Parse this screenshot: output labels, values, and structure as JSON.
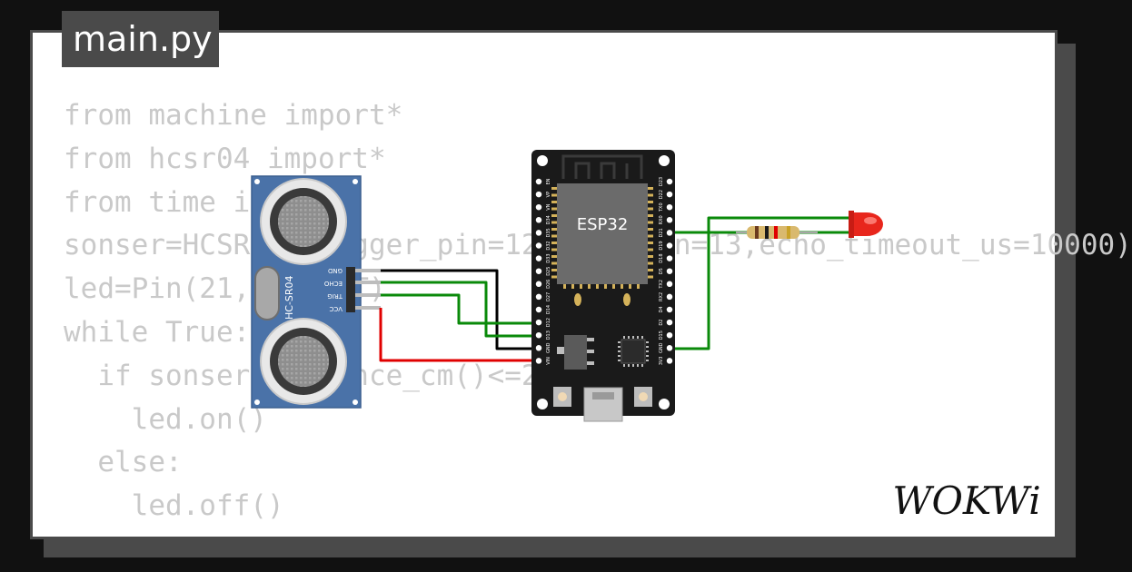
{
  "editor": {
    "filename": "main.py",
    "code_lines": [
      "from machine import*",
      "from hcsr04 import*",
      "from time import*",
      "sonser=HCSR04(trigger_pin=12,echo_pin=13,echo_timeout_us=10000)",
      "led=Pin(21,Pin.OUT)",
      "while True:",
      "  if sonser.distance_cm()<=200:",
      "    led.on()",
      "  else:",
      "    led.off()"
    ]
  },
  "sensor": {
    "model": "HC-SR04",
    "pins": [
      "GND",
      "ECHO",
      "TRIG",
      "VCC"
    ]
  },
  "board": {
    "chip_label": "ESP32",
    "left_pins": [
      "EN",
      "VP",
      "VN",
      "D34",
      "D35",
      "D32",
      "D33",
      "D25",
      "D26",
      "D27",
      "D14",
      "D12",
      "D13",
      "GND",
      "VIN"
    ],
    "right_pins": [
      "D23",
      "D22",
      "TX0",
      "RX0",
      "D21",
      "D19",
      "D18",
      "D5",
      "TX2",
      "RX2",
      "D4",
      "D2",
      "D15",
      "GND",
      "3V3"
    ]
  },
  "colors": {
    "wire_green": "#0a8a0a",
    "wire_black": "#000000",
    "wire_red": "#e00000",
    "sensor_blue": "#4a72a8",
    "board_black": "#1a1a1a",
    "led_red": "#e8261c"
  },
  "brand": {
    "logo": "WOKWi"
  }
}
